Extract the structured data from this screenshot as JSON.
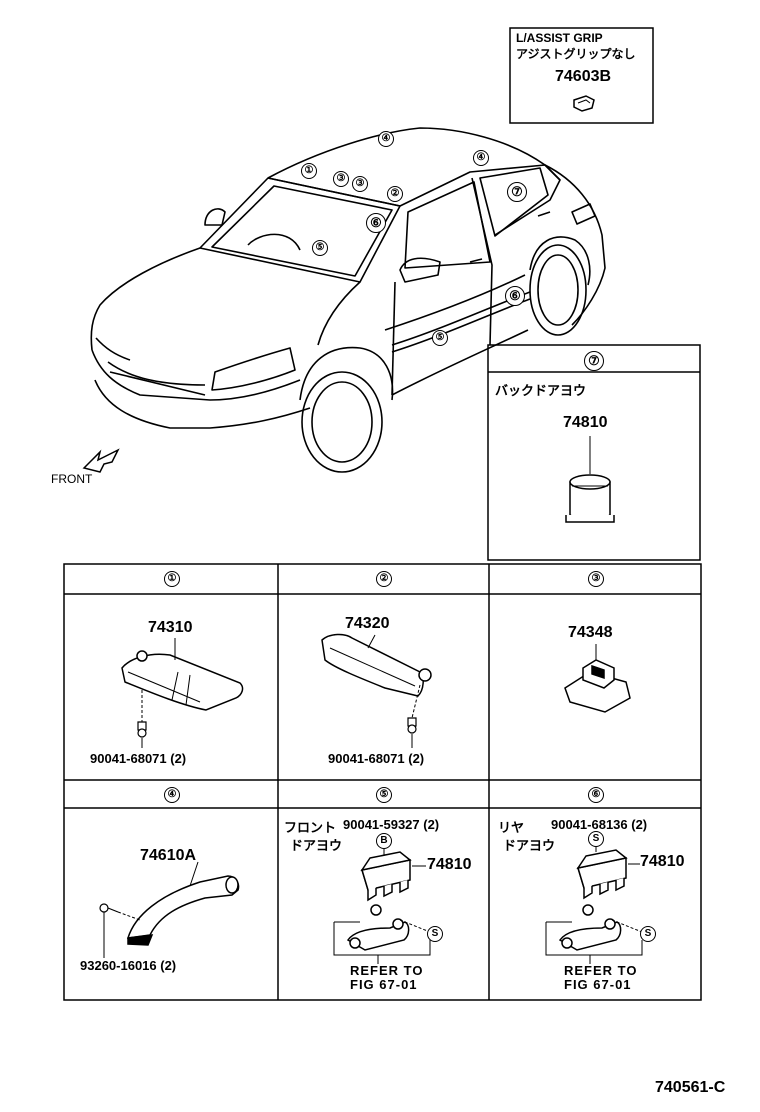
{
  "assist_grip_box": {
    "line1": "L/ASSIST GRIP",
    "line2": "アジストグリップなし",
    "part_no": "74603B"
  },
  "car": {
    "callouts": [
      "①",
      "②",
      "③",
      "③",
      "④",
      "④",
      "⑤",
      "⑤",
      "⑥",
      "⑥",
      "⑦"
    ],
    "front_label": "FRONT"
  },
  "cell7": {
    "header": "⑦",
    "label": "バックドアヨウ",
    "part_no": "74810"
  },
  "grid": {
    "cells": [
      {
        "header": "①",
        "part_no": "74310",
        "bolt": "90041-68071 (2)"
      },
      {
        "header": "②",
        "part_no": "74320",
        "bolt": "90041-68071 (2)"
      },
      {
        "header": "③",
        "part_no": "74348"
      },
      {
        "header": "④",
        "part_no": "74610A",
        "bolt": "93260-16016 (2)"
      },
      {
        "header": "⑤",
        "label1": "フロント",
        "label2": "ドアヨウ",
        "bolt": "90041-59327 (2)",
        "part_no": "74810",
        "refer1": "REFER TO",
        "refer2": "FIG 67-01",
        "callout_b": "B",
        "callout_s": "S"
      },
      {
        "header": "⑥",
        "label1": "リヤ",
        "label2": "ドアヨウ",
        "bolt": "90041-68136 (2)",
        "part_no": "74810",
        "refer1": "REFER TO",
        "refer2": "FIG 67-01",
        "callout_s": "S",
        "callout_s2": "S"
      }
    ]
  },
  "figure_id": "740561-C"
}
